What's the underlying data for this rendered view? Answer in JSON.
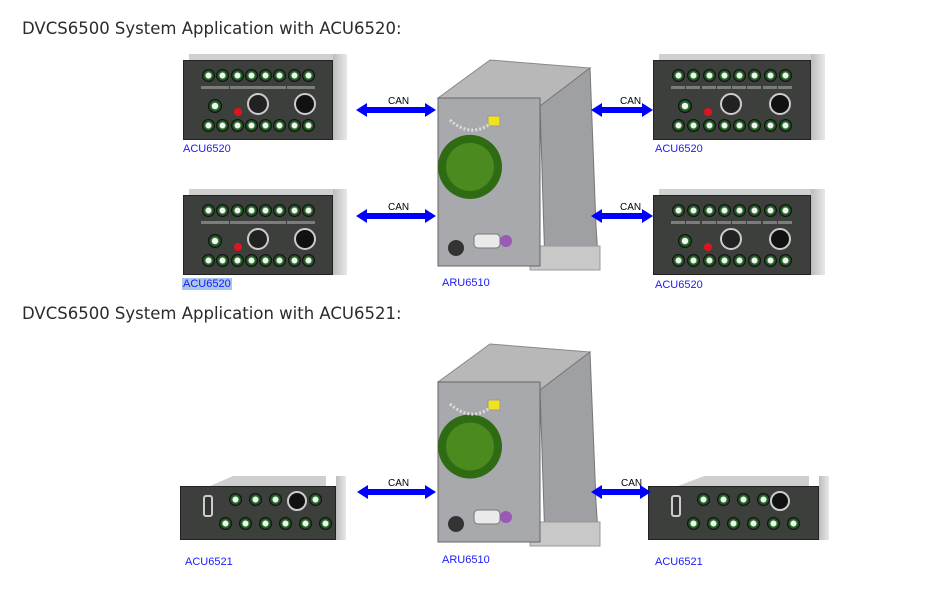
{
  "section1": {
    "heading": "DVCS6500 System Application with ACU6520:",
    "link_label": "CAN",
    "panels": [
      {
        "label": "ACU6520"
      },
      {
        "label": "ACU6520"
      },
      {
        "label": "ACU6520",
        "highlighted": true
      },
      {
        "label": "ACU6520"
      }
    ],
    "center_unit": {
      "label": "ARU6510"
    }
  },
  "section2": {
    "heading": "DVCS6500 System Application with ACU6521:",
    "link_label": "CAN",
    "panels": [
      {
        "label": "ACU6521"
      },
      {
        "label": "ACU6521"
      }
    ],
    "center_unit": {
      "label": "ARU6510"
    }
  },
  "colors": {
    "arrow": "#0000ff",
    "label": "#1a1aff",
    "highlight": "#a9c7e8",
    "connector": "#4a8a1e"
  }
}
